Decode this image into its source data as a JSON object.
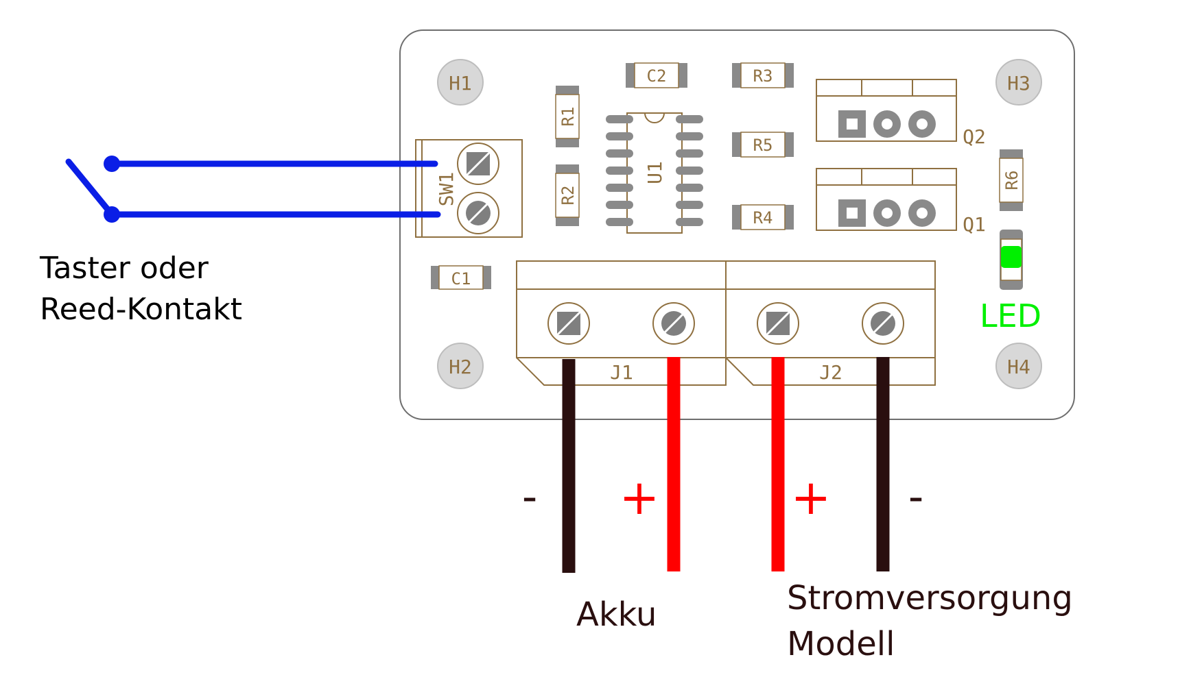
{
  "colors": {
    "silkscreen": "#8f7040",
    "switch_wire": "#0a1ee6",
    "negative_wire": "#2a0f0f",
    "positive_wire": "#ff0000",
    "led": "#00f000",
    "board_outline": "#6e6e6e",
    "pad": "#7f7f7f"
  },
  "board": {
    "mounting_holes": [
      "H1",
      "H2",
      "H3",
      "H4"
    ],
    "switch_terminal": "SW1",
    "capacitors": [
      "C1",
      "C2"
    ],
    "resistors": [
      "R1",
      "R2",
      "R3",
      "R4",
      "R5",
      "R6"
    ],
    "ic": "U1",
    "transistors": [
      "Q1",
      "Q2"
    ],
    "connectors": [
      "J1",
      "J2"
    ]
  },
  "labels": {
    "switch_line1": "Taster oder",
    "switch_line2": "Reed-Kontakt",
    "led": "LED",
    "akku": "Akku",
    "supply_line1": "Stromversorgung",
    "supply_line2": "Modell",
    "j1_minus": "-",
    "j1_plus": "+",
    "j2_plus": "+",
    "j2_minus": "-"
  }
}
